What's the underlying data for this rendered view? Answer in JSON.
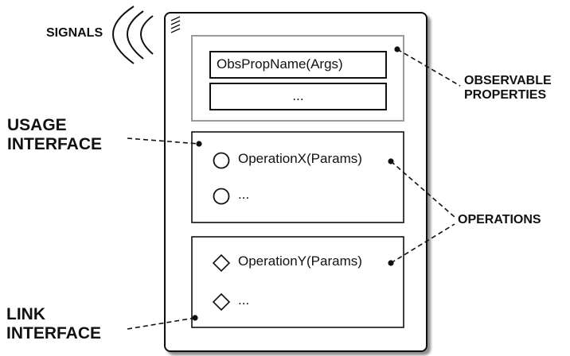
{
  "labels": {
    "signals": "SIGNALS",
    "observable_properties_line1": "OBSERVABLE",
    "observable_properties_line2": "PROPERTIES",
    "usage_interface_line1": "USAGE",
    "usage_interface_line2": "INTERFACE",
    "operations": "OPERATIONS",
    "link_interface_line1": "LINK",
    "link_interface_line2": "INTERFACE"
  },
  "observable_properties": {
    "first": "ObsPropName(Args)",
    "second": "..."
  },
  "usage_operations": {
    "first": "OperationX(Params)",
    "second": "..."
  },
  "link_operations": {
    "first": "OperationY(Params)",
    "second": "..."
  }
}
